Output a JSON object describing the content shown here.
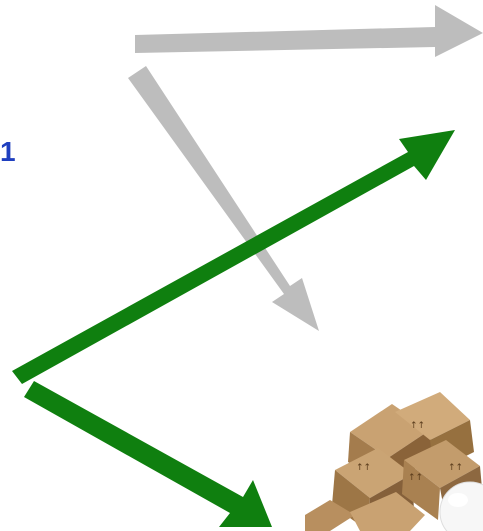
{
  "label": {
    "text": "1",
    "color": "#1f3fbf"
  },
  "arrows": [
    {
      "name": "gray-arrow-horizontal",
      "color": "#bdbdbd"
    },
    {
      "name": "gray-arrow-diagonal",
      "color": "#bdbdbd"
    },
    {
      "name": "green-arrow-up",
      "color": "#0f7f0f"
    },
    {
      "name": "green-arrow-down",
      "color": "#0f7f0f"
    }
  ],
  "illustration": {
    "icon": "cardboard-boxes-pile-icon"
  }
}
